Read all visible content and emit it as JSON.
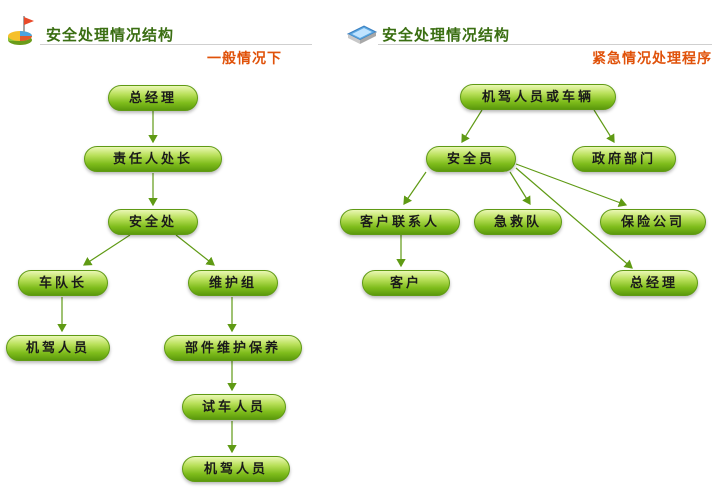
{
  "left": {
    "title": "安全处理情况结构",
    "subtitle": "一般情况下",
    "icon": "pie-chart-flag-icon",
    "nodes": {
      "general_manager": "总经理",
      "responsible_director": "责任人处长",
      "safety_office": "安全处",
      "fleet_captain": "车队长",
      "maintenance_team": "维护组",
      "drivers": "机驾人员",
      "parts_maintenance": "部件维护保养",
      "test_drivers": "试车人员",
      "drivers_2": "机驾人员"
    }
  },
  "right": {
    "title": "安全处理情况结构",
    "subtitle": "紧急情况处理程序",
    "icon": "laptop-icon",
    "nodes": {
      "driver_or_vehicle": "机驾人员或车辆",
      "safety_officer": "安全员",
      "government": "政府部门",
      "customer_contact": "客户联系人",
      "ambulance": "急救队",
      "insurance": "保险公司",
      "customer": "客户",
      "general_manager": "总经理"
    }
  },
  "colors": {
    "title": "#3a6e12",
    "subtitle": "#e0520a",
    "node_light": "#eaf7b4",
    "node_mid": "#7fbd1c",
    "node_dark": "#5c9a0c",
    "arrow": "#5f9a14"
  }
}
